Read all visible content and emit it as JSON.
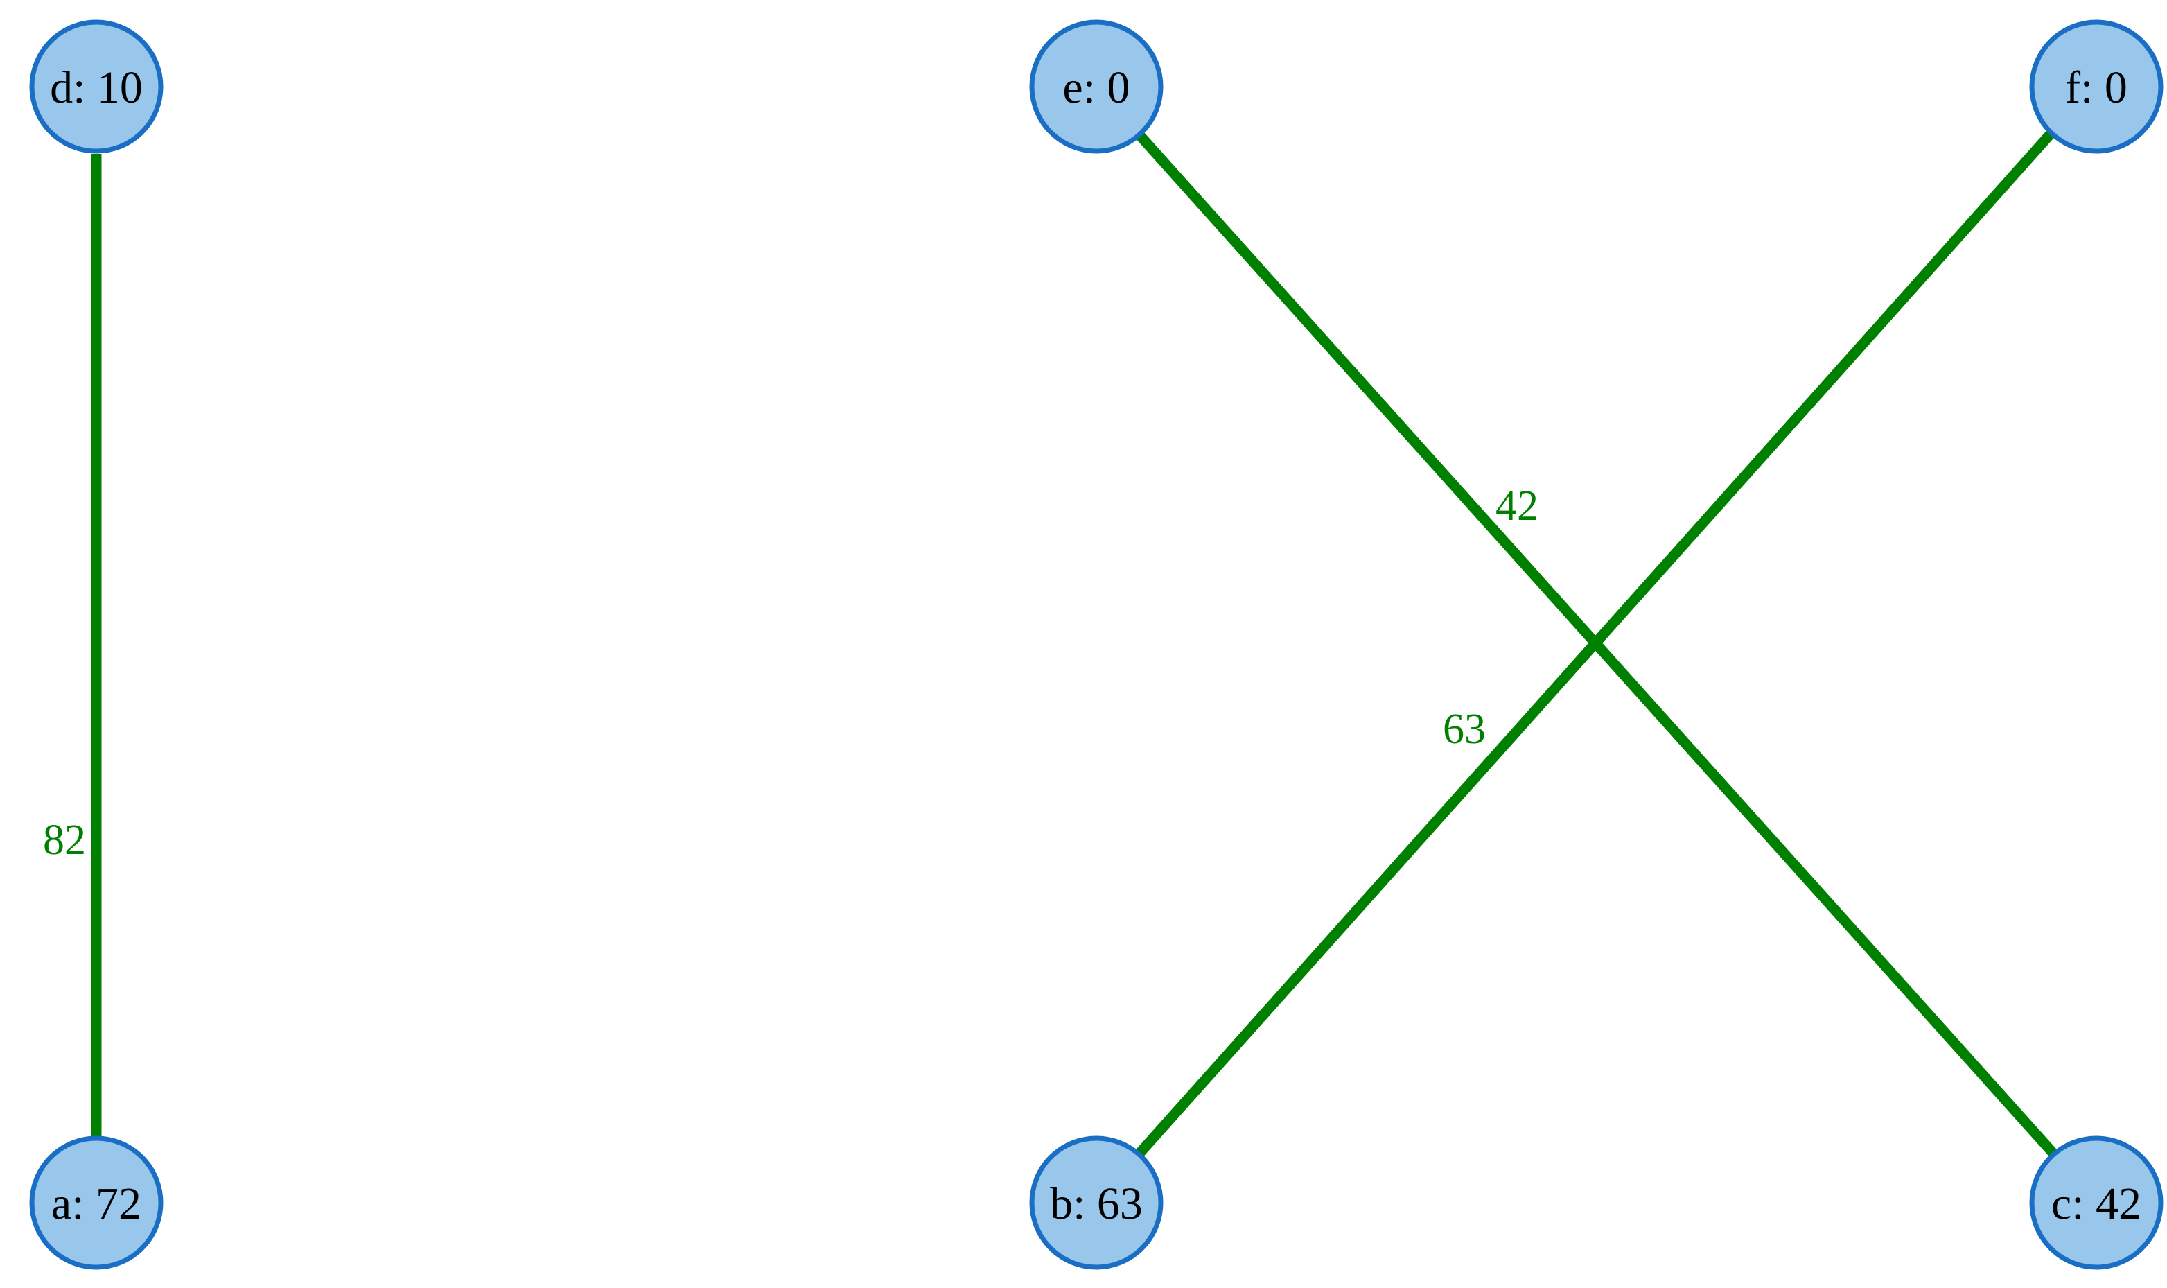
{
  "colors": {
    "edge": "#008000",
    "node_fill": "#99c6eb",
    "node_stroke": "#1a6fc4",
    "label_text": "#000000"
  },
  "nodes": [
    {
      "id": "d",
      "label": "d: 10"
    },
    {
      "id": "e",
      "label": "e: 0"
    },
    {
      "id": "f",
      "label": "f: 0"
    },
    {
      "id": "a",
      "label": "a: 72"
    },
    {
      "id": "b",
      "label": "b: 63"
    },
    {
      "id": "c",
      "label": "c: 42"
    }
  ],
  "edges": [
    {
      "from": "d",
      "to": "a",
      "label": "82"
    },
    {
      "from": "e",
      "to": "c",
      "label": "42"
    },
    {
      "from": "f",
      "to": "b",
      "label": "63"
    }
  ]
}
